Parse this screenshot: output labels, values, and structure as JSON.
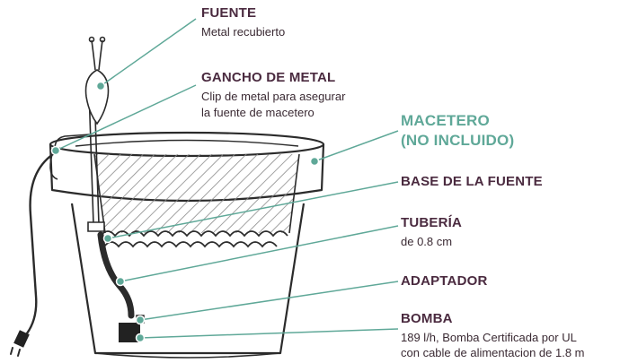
{
  "colors": {
    "heading": "#4a2a3f",
    "accent": "#5fa898",
    "line": "#5fa898",
    "outline": "#2b2b2b",
    "hatch": "#8a8a8a"
  },
  "labels": {
    "fuente": {
      "title": "FUENTE",
      "desc": "Metal recubierto"
    },
    "gancho": {
      "title": "GANCHO DE METAL",
      "desc_line1": "Clip de metal para asegurar",
      "desc_line2": "la fuente de macetero"
    },
    "macetero": {
      "title_line1": "MACETERO",
      "title_line2": "(NO INCLUIDO)"
    },
    "base": {
      "title": "BASE DE LA FUENTE"
    },
    "tuberia": {
      "title": "TUBERÍA",
      "desc": "de 0.8 cm"
    },
    "adaptador": {
      "title": "ADAPTADOR"
    },
    "bomba": {
      "title": "BOMBA",
      "desc_line1": "189 l/h, Bomba Certificada por UL",
      "desc_line2": "con cable de alimentacion de 1.8 m"
    }
  }
}
